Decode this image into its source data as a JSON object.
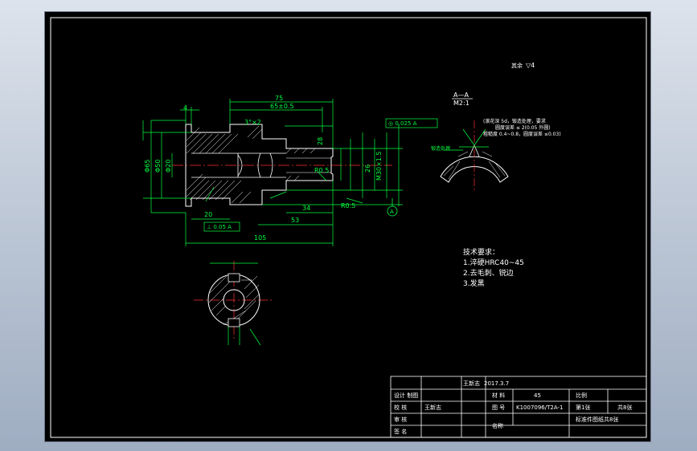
{
  "drawing": {
    "roughness_note": "其余",
    "roughness_symbol": "▽4",
    "dims": {
      "d75": "75",
      "d65": "65±0.5",
      "d20": "20",
      "d53": "53",
      "d34": "34",
      "d105": "105",
      "d4": "4",
      "d28": "28",
      "d26": "26",
      "dPhi65": "Φ65",
      "dPhi50": "Φ50",
      "dPhi20": "Φ20",
      "dM30": "M30×1.5",
      "dR05": "R0.5",
      "dR05b": "R0.5",
      "chamfer1": "3°×2"
    },
    "tolerance_frames": {
      "concentric": "◎ 0.025 A",
      "perp": "⊥ 0.05 A"
    },
    "datum": "A",
    "section_label_top": "A—A",
    "section_label_bottom": "M2:1",
    "section_notes": [
      "(滚花深 5d，锻造处理，要求",
      "圆度误差 ≤ 2(0.05 外圆)",
      "粗糙度 0.4~0.8，圆度误差 ≤0.03)"
    ],
    "section_green_label": "锻造处理",
    "tech_title": "技术要求：",
    "tech_items": [
      "1.淬硬HRC40~45",
      "2.去毛刺、锐边",
      "3.发黑"
    ]
  },
  "title_block": {
    "designer_name": "王新志",
    "date": "2017.3.7",
    "label_design": "设计 制图",
    "label_material": "材 料",
    "material": "45",
    "label_scale": "比例",
    "label_check": "校 核",
    "checker_name": "王新志",
    "label_drawing_no": "图 号",
    "drawing_no": "K1007096/T2A-1",
    "sheet_text": "第1张",
    "total_text": "共8张",
    "label_review": "审 核",
    "label_name": "名称",
    "part_name": "标准件图纸共8张",
    "label_sign": "签 名"
  }
}
